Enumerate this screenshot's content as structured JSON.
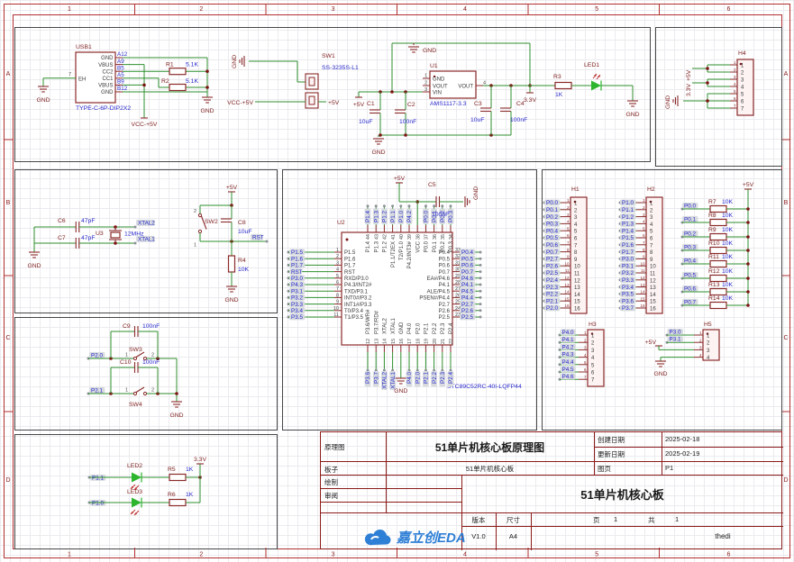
{
  "frame": {
    "columns": [
      "1",
      "2",
      "3",
      "4",
      "5",
      "6"
    ],
    "rows": [
      "A",
      "B",
      "C",
      "D"
    ]
  },
  "labels": {
    "gnd": "GND",
    "p5": "+5V",
    "v33": "3.3V",
    "vcc5": "VCC-+5V"
  },
  "power": {
    "usb": {
      "ref": "USB1",
      "footprint": "TYPE-C-6P-DIP2X2",
      "eh_pin": {
        "num": "7",
        "name": "EH"
      },
      "pins": [
        {
          "name": "GND",
          "num": "A12"
        },
        {
          "name": "VBUS",
          "num": "A9"
        },
        {
          "name": "CC2",
          "num": "B5"
        },
        {
          "name": "CC1",
          "num": "A5"
        },
        {
          "name": "VBUS",
          "num": "B9"
        },
        {
          "name": "GND",
          "num": "B12"
        }
      ]
    },
    "r1": {
      "ref": "R1",
      "value": "5.1K"
    },
    "r2": {
      "ref": "R2",
      "value": "5.1K"
    },
    "sw1": {
      "ref": "SW1",
      "part": "SS-3235S-L1"
    },
    "c1": {
      "ref": "C1",
      "value": "10uF"
    },
    "c2": {
      "ref": "C2",
      "value": "100nF"
    },
    "u1": {
      "ref": "U1",
      "part": "AMS1117-3.3",
      "pin_gnd": "GND",
      "pin_vout": "VOUT",
      "pin_vin": "VIN",
      "pin_vout2": "VOUT",
      "n1": "1",
      "n2": "2",
      "n3": "3",
      "n4": "4"
    },
    "c3": {
      "ref": "C3",
      "value": "10uF"
    },
    "c4": {
      "ref": "C4",
      "value": "100nF"
    },
    "r3": {
      "ref": "R3",
      "value": "1K"
    },
    "led1": {
      "ref": "LED1"
    }
  },
  "h4": {
    "ref": "H4",
    "pins": [
      {
        "num": "1"
      },
      {
        "num": "2"
      },
      {
        "num": "3"
      },
      {
        "num": "4"
      },
      {
        "num": "5"
      },
      {
        "num": "6"
      },
      {
        "num": "7"
      }
    ]
  },
  "xtal": {
    "c6": {
      "ref": "C6",
      "value": "47pF"
    },
    "c7": {
      "ref": "C7",
      "value": "47pF"
    },
    "u3": {
      "ref": "U3",
      "value": "12MHz"
    },
    "net_top": "XTAL2",
    "net_bottom": "XTAL1"
  },
  "reset": {
    "sw": "SW2",
    "c8": {
      "ref": "C8",
      "value": "10uF"
    },
    "r4": {
      "ref": "R4",
      "value": "10K"
    },
    "net": "RST",
    "pin1": "1",
    "pin2": "2"
  },
  "keys": {
    "sw3": {
      "ref": "SW3",
      "cap": "C9",
      "cap_value": "100nF",
      "net": "P2.0",
      "pin1": "1",
      "pin2": "2"
    },
    "sw4": {
      "ref": "SW4",
      "cap": "C10",
      "cap_value": "100nF",
      "net": "P2.1",
      "pin1": "1",
      "pin2": "2"
    }
  },
  "u2": {
    "ref": "U2",
    "part": "STC89C52RC-40I-LQFP44",
    "c5": {
      "ref": "C5",
      "value": "100nF"
    },
    "top_pins": [
      {
        "num": "44",
        "name": "P1.4",
        "net": "P1.4"
      },
      {
        "num": "43",
        "name": "P1.3",
        "net": "P1.3"
      },
      {
        "num": "42",
        "name": "P1.2",
        "net": "P1.2"
      },
      {
        "num": "41",
        "name": "P1.1/T2EX",
        "net": "P1.1"
      },
      {
        "num": "40",
        "name": "T2/P1.0",
        "net": "P1.0"
      },
      {
        "num": "39",
        "name": "P4.2/INT3#",
        "net": "P4.2"
      },
      {
        "num": "38",
        "name": "VCC",
        "net": ""
      },
      {
        "num": "37",
        "name": "P0.0",
        "net": "P0.0"
      },
      {
        "num": "36",
        "name": "P0.1",
        "net": "P0.1"
      },
      {
        "num": "35",
        "name": "P0.2",
        "net": "P0.2"
      },
      {
        "num": "34",
        "name": "P0.3",
        "net": "P0.3"
      }
    ],
    "left_pins": [
      {
        "num": "1",
        "name": "P1.5",
        "net": "P1.5"
      },
      {
        "num": "2",
        "name": "P1.6",
        "net": "P1.6"
      },
      {
        "num": "3",
        "name": "P1.7",
        "net": "P1.7"
      },
      {
        "num": "4",
        "name": "RST",
        "net": "RST"
      },
      {
        "num": "5",
        "name": "RXD/P3.0",
        "net": "P3.0"
      },
      {
        "num": "6",
        "name": "P4.3/INT2#",
        "net": "P4.3"
      },
      {
        "num": "7",
        "name": "TXD/P3.1",
        "net": "P3.1"
      },
      {
        "num": "8",
        "name": "INT0#/P3.2",
        "net": "P3.2"
      },
      {
        "num": "9",
        "name": "INT1#/P3.3",
        "net": "P3.3"
      },
      {
        "num": "10",
        "name": "T0/P3.4",
        "net": "P3.4"
      },
      {
        "num": "11",
        "name": "T1/P3.5",
        "net": "P3.5"
      }
    ],
    "right_pins": [
      {
        "num": "33",
        "name": "P0.4",
        "net": "P0.4"
      },
      {
        "num": "32",
        "name": "P0.5",
        "net": "P0.5"
      },
      {
        "num": "31",
        "name": "P0.6",
        "net": "P0.6"
      },
      {
        "num": "30",
        "name": "P0.7",
        "net": "P0.7"
      },
      {
        "num": "29",
        "name": "EA#/P4.6",
        "net": "P4.6"
      },
      {
        "num": "28",
        "name": "P4.1",
        "net": "P4.1"
      },
      {
        "num": "27",
        "name": "ALE/P4.5",
        "net": "P4.5"
      },
      {
        "num": "26",
        "name": "PSEN#/P4.4",
        "net": "P4.4"
      },
      {
        "num": "25",
        "name": "P2.7",
        "net": "P2.7"
      },
      {
        "num": "24",
        "name": "P2.6",
        "net": "P2.6"
      },
      {
        "num": "23",
        "name": "P2.5",
        "net": "P2.5"
      }
    ],
    "bottom_pins": [
      {
        "num": "12",
        "name": "P3.6/WR#",
        "net": "P3.6"
      },
      {
        "num": "13",
        "name": "P3.7/RD#",
        "net": "P3.7"
      },
      {
        "num": "14",
        "name": "XTAL2",
        "net": "XTAL2"
      },
      {
        "num": "15",
        "name": "XTAL1",
        "net": "XTAL1"
      },
      {
        "num": "16",
        "name": "GND",
        "net": ""
      },
      {
        "num": "17",
        "name": "P4.0",
        "net": "P4.0"
      },
      {
        "num": "18",
        "name": "P2.0",
        "net": "P2.0"
      },
      {
        "num": "19",
        "name": "P2.1",
        "net": "P2.1"
      },
      {
        "num": "20",
        "name": "P2.2",
        "net": "P2.2"
      },
      {
        "num": "21",
        "name": "P2.3",
        "net": "P2.3"
      },
      {
        "num": "22",
        "name": "P2.4",
        "net": "P2.4"
      }
    ]
  },
  "h1": {
    "ref": "H1",
    "pins": [
      {
        "num": "1",
        "net": "P0.0"
      },
      {
        "num": "2",
        "net": "P0.1"
      },
      {
        "num": "3",
        "net": "P0.2"
      },
      {
        "num": "4",
        "net": "P0.3"
      },
      {
        "num": "5",
        "net": "P0.4"
      },
      {
        "num": "6",
        "net": "P0.5"
      },
      {
        "num": "7",
        "net": "P0.6"
      },
      {
        "num": "8",
        "net": "P0.7"
      },
      {
        "num": "9",
        "net": "P2.7"
      },
      {
        "num": "10",
        "net": "P2.6"
      },
      {
        "num": "11",
        "net": "P2.5"
      },
      {
        "num": "12",
        "net": "P2.4"
      },
      {
        "num": "13",
        "net": "P2.3"
      },
      {
        "num": "14",
        "net": "P2.2"
      },
      {
        "num": "15",
        "net": "P2.1"
      },
      {
        "num": "16",
        "net": "P2.0"
      }
    ]
  },
  "h2": {
    "ref": "H2",
    "pins": [
      {
        "num": "1",
        "net": "P1.0"
      },
      {
        "num": "2",
        "net": "P1.1"
      },
      {
        "num": "3",
        "net": "P1.2"
      },
      {
        "num": "4",
        "net": "P1.3"
      },
      {
        "num": "5",
        "net": "P1.4"
      },
      {
        "num": "6",
        "net": "P1.5"
      },
      {
        "num": "7",
        "net": "P1.6"
      },
      {
        "num": "8",
        "net": "P1.7"
      },
      {
        "num": "9",
        "net": "P3.0"
      },
      {
        "num": "10",
        "net": "P3.1"
      },
      {
        "num": "11",
        "net": "P3.2"
      },
      {
        "num": "12",
        "net": "P3.3"
      },
      {
        "num": "13",
        "net": "P3.4"
      },
      {
        "num": "14",
        "net": "P3.5"
      },
      {
        "num": "15",
        "net": "P3.6"
      },
      {
        "num": "16",
        "net": "P3.7"
      }
    ]
  },
  "h3": {
    "ref": "H3",
    "pins": [
      {
        "num": "1",
        "net": "P4.0"
      },
      {
        "num": "2",
        "net": "P4.1"
      },
      {
        "num": "3",
        "net": "P4.2"
      },
      {
        "num": "4",
        "net": "P4.3"
      },
      {
        "num": "5",
        "net": "P4.4"
      },
      {
        "num": "6",
        "net": "P4.5"
      },
      {
        "num": "7",
        "net": "P4.6"
      }
    ]
  },
  "h5": {
    "ref": "H5",
    "nums": [
      "1",
      "2",
      "3",
      "4"
    ],
    "net1": "P3.0",
    "net2": "P3.1"
  },
  "pullups": [
    {
      "ref": "R7",
      "value": "10K",
      "net": "P0.0"
    },
    {
      "ref": "R8",
      "value": "10K",
      "net": "P0.1"
    },
    {
      "ref": "R9",
      "value": "10K",
      "net": "P0.2"
    },
    {
      "ref": "R10",
      "value": "10K",
      "net": "P0.3"
    },
    {
      "ref": "R11",
      "value": "10K",
      "net": "P0.4"
    },
    {
      "ref": "R12",
      "value": "10K",
      "net": "P0.5"
    },
    {
      "ref": "R13",
      "value": "10K",
      "net": "P0.6"
    },
    {
      "ref": "R14",
      "value": "10K",
      "net": "P0.7"
    }
  ],
  "leds": {
    "led2": {
      "ref": "LED2",
      "r": "R5",
      "rv": "1K",
      "net": "P1.1"
    },
    "led3": {
      "ref": "LED3",
      "r": "R6",
      "rv": "1K",
      "net": "P1.0"
    }
  },
  "titleblock": {
    "schematic_label": "原理图",
    "schematic_title": "51单片机核心板原理图",
    "board_label": "板子",
    "board_name": "51单片机核心板",
    "drawn_label": "绘制",
    "review_label": "审阅",
    "created_label": "创建日期",
    "created_date": "2025-02-18",
    "updated_label": "更新日期",
    "updated_date": "2025-02-19",
    "sheet_label": "图页",
    "sheet": "P1",
    "big_title": "51单片机核心板",
    "version_label": "版本",
    "version": "V1.0",
    "size_label": "尺寸",
    "size": "A4",
    "page_label": "页",
    "page_num": "1",
    "total_label": "共",
    "total_num": "1",
    "author": "thedi",
    "logo_text": "嘉立创EDA"
  }
}
